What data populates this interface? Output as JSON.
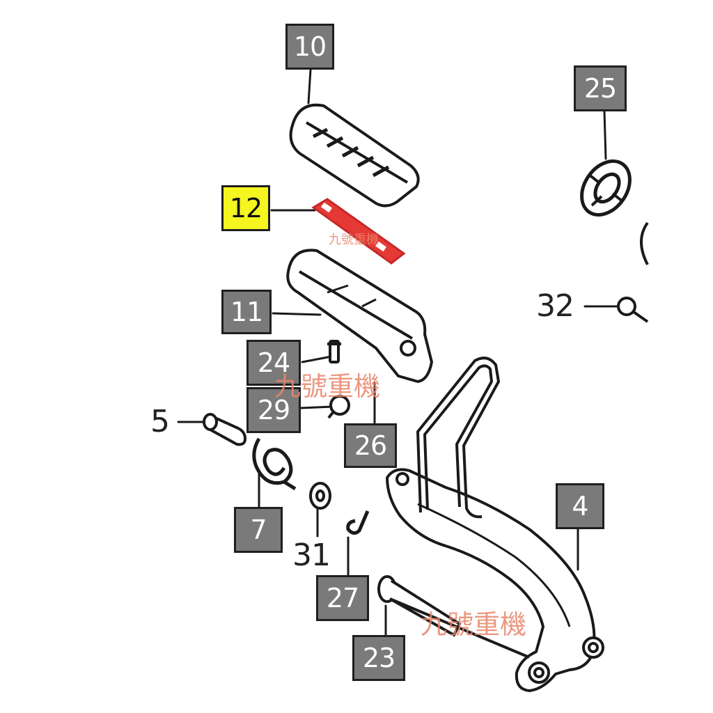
{
  "callouts": {
    "c10": "10",
    "c25": "25",
    "c12": "12",
    "c11": "11",
    "c32": "32",
    "c24": "24",
    "c29": "29",
    "c5": "5",
    "c26": "26",
    "c7": "7",
    "c4": "4",
    "c31": "31",
    "c27": "27",
    "c23": "23"
  },
  "highlight_color": "#f5f51f",
  "highlighted_part_color": "#e53935",
  "watermark": {
    "text": "九號重機"
  }
}
